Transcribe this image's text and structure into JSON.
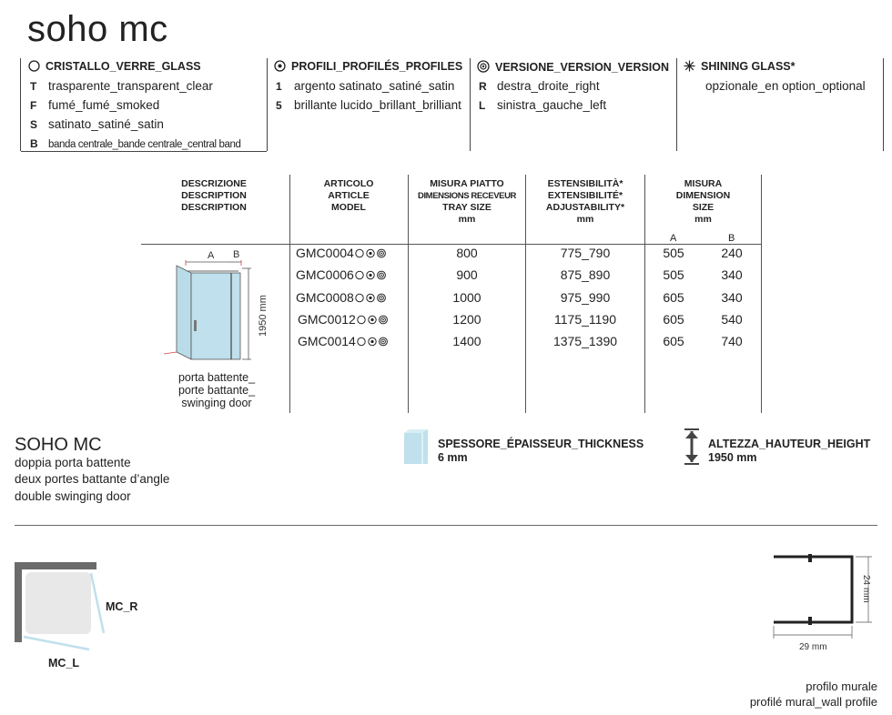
{
  "title": "soho mc",
  "legend": {
    "glass": {
      "header": "CRISTALLO_VERRE_GLASS",
      "items": [
        {
          "code": "T",
          "label": "trasparente_transparent_clear"
        },
        {
          "code": "F",
          "label": "fumé_fumé_smoked"
        },
        {
          "code": "S",
          "label": "satinato_satiné_satin"
        },
        {
          "code": "B",
          "label": "banda centrale_bande centrale_central band"
        }
      ]
    },
    "profiles": {
      "header": "PROFILI_PROFILÉS_PROFILES",
      "items": [
        {
          "code": "1",
          "label": "argento satinato_satiné_satin"
        },
        {
          "code": "5",
          "label": "brillante lucido_brillant_brilliant"
        }
      ]
    },
    "version": {
      "header": "VERSIONE_VERSION_VERSION",
      "items": [
        {
          "code": "R",
          "label": "destra_droite_right"
        },
        {
          "code": "L",
          "label": "sinistra_gauche_left"
        }
      ]
    },
    "shining": {
      "header": "SHINING GLASS*",
      "text": "opzionale_en option_optional"
    }
  },
  "table": {
    "headers": {
      "description": [
        "DESCRIZIONE",
        "DESCRIPTION",
        "DESCRIPTION"
      ],
      "article": [
        "ARTICOLO",
        "ARTICLE",
        "MODEL"
      ],
      "tray": [
        "MISURA PIATTO",
        "DIMENSIONS RECEVEUR",
        "TRAY SIZE",
        "mm"
      ],
      "adjust": [
        "ESTENSIBILITÀ*",
        "EXTENSIBILITÉ*",
        "ADJUSTABILITY*",
        "mm"
      ],
      "size": [
        "MISURA",
        "DIMENSION",
        "SIZE",
        "mm"
      ],
      "a": "A",
      "b": "B"
    },
    "rows": [
      {
        "code": "GMC0004",
        "tray": "800",
        "adjust": "775_790",
        "a": "505",
        "b": "240"
      },
      {
        "code": "GMC0006",
        "tray": "900",
        "adjust": "875_890",
        "a": "505",
        "b": "340"
      },
      {
        "code": "GMC0008",
        "tray": "1000",
        "adjust": "975_990",
        "a": "605",
        "b": "340"
      },
      {
        "code": "GMC0012",
        "tray": "1200",
        "adjust": "1175_1190",
        "a": "605",
        "b": "540"
      },
      {
        "code": "GMC0014",
        "tray": "1400",
        "adjust": "1375_1390",
        "a": "605",
        "b": "740"
      }
    ],
    "drawing": {
      "label_a": "A",
      "label_b": "B",
      "height": "1950 mm"
    },
    "caption": [
      "porta battente_",
      "porte battante_",
      "swinging door"
    ]
  },
  "product": {
    "name": "SOHO MC",
    "lines": [
      "doppia porta battente",
      "deux portes battante d’angle",
      "double swinging door"
    ]
  },
  "thickness": {
    "title": "SPESSORE_ÉPAISSEUR_THICKNESS",
    "value": "6 mm"
  },
  "height": {
    "title": "ALTEZZA_HAUTEUR_HEIGHT",
    "value": "1950 mm"
  },
  "plan": {
    "label_r": "MC_R",
    "label_l": "MC_L"
  },
  "profile": {
    "dim_h": "24 mm",
    "dim_w": "29 mm",
    "caption1": "profilo murale",
    "caption2": "profilé mural_wall profile"
  },
  "colors": {
    "glass": "#bfe0ec",
    "line": "#444444",
    "wall": "#6b6b6b"
  }
}
